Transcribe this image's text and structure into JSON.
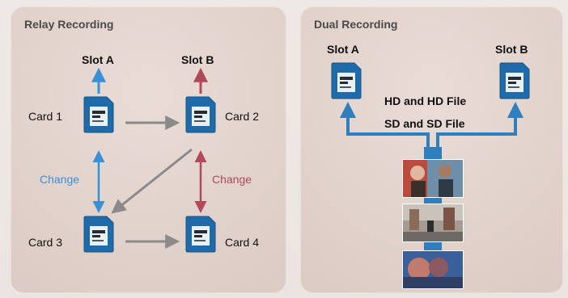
{
  "relay": {
    "title": "Relay Recording",
    "slot_a": "Slot A",
    "slot_b": "Slot B",
    "card1": "Card 1",
    "card2": "Card 2",
    "card3": "Card 3",
    "card4": "Card 4",
    "change_left": "Change",
    "change_right": "Change"
  },
  "dual": {
    "title": "Dual Recording",
    "slot_a": "Slot A",
    "slot_b": "Slot B",
    "line1": "HD and HD File",
    "line2": "SD and SD File"
  },
  "colors": {
    "blue_arrow": "#3b8fd4",
    "red_arrow": "#b04a5a",
    "gray_arrow": "#8a8a8a",
    "card_blue": "#1f6aa8",
    "dual_branch": "#2f7fbf"
  }
}
